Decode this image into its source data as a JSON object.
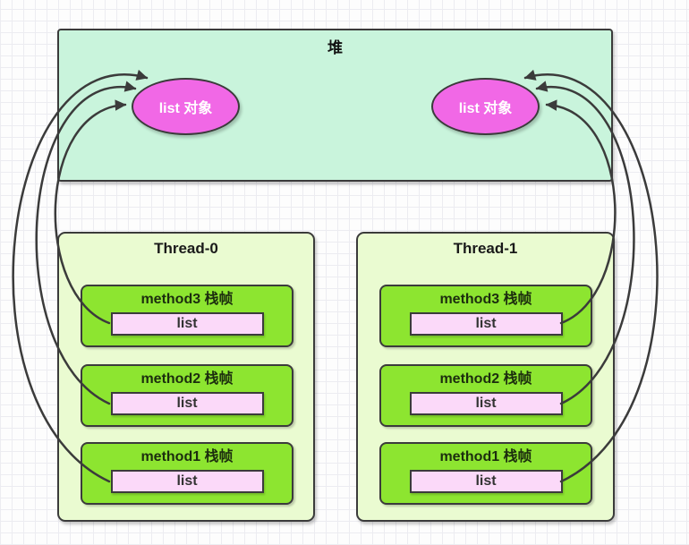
{
  "heap": {
    "title": "堆",
    "objects": [
      {
        "label": "list 对象"
      },
      {
        "label": "list 对象"
      }
    ]
  },
  "threads": [
    {
      "title": "Thread-0",
      "frames": [
        {
          "title": "method3 栈帧",
          "slot": "list"
        },
        {
          "title": "method2 栈帧",
          "slot": "list"
        },
        {
          "title": "method1 栈帧",
          "slot": "list"
        }
      ]
    },
    {
      "title": "Thread-1",
      "frames": [
        {
          "title": "method3 栈帧",
          "slot": "list"
        },
        {
          "title": "method2 栈帧",
          "slot": "list"
        },
        {
          "title": "method1 栈帧",
          "slot": "list"
        }
      ]
    }
  ],
  "arrows": [
    {
      "from": "Thread-0 method3 list",
      "to": "left list 对象"
    },
    {
      "from": "Thread-0 method2 list",
      "to": "left list 对象"
    },
    {
      "from": "Thread-0 method1 list",
      "to": "left list 对象"
    },
    {
      "from": "Thread-1 method3 list",
      "to": "right list 对象"
    },
    {
      "from": "Thread-1 method2 list",
      "to": "right list 对象"
    },
    {
      "from": "Thread-1 method1 list",
      "to": "right list 对象"
    }
  ],
  "colors": {
    "heap_fill": "#C9F4DC",
    "object_fill": "#F168E6",
    "thread_fill": "#EAFBD1",
    "frame_fill": "#8DE530",
    "slot_fill": "#FBD9F9",
    "border": "#3B3B3B",
    "arrow": "#3B3B3B"
  }
}
